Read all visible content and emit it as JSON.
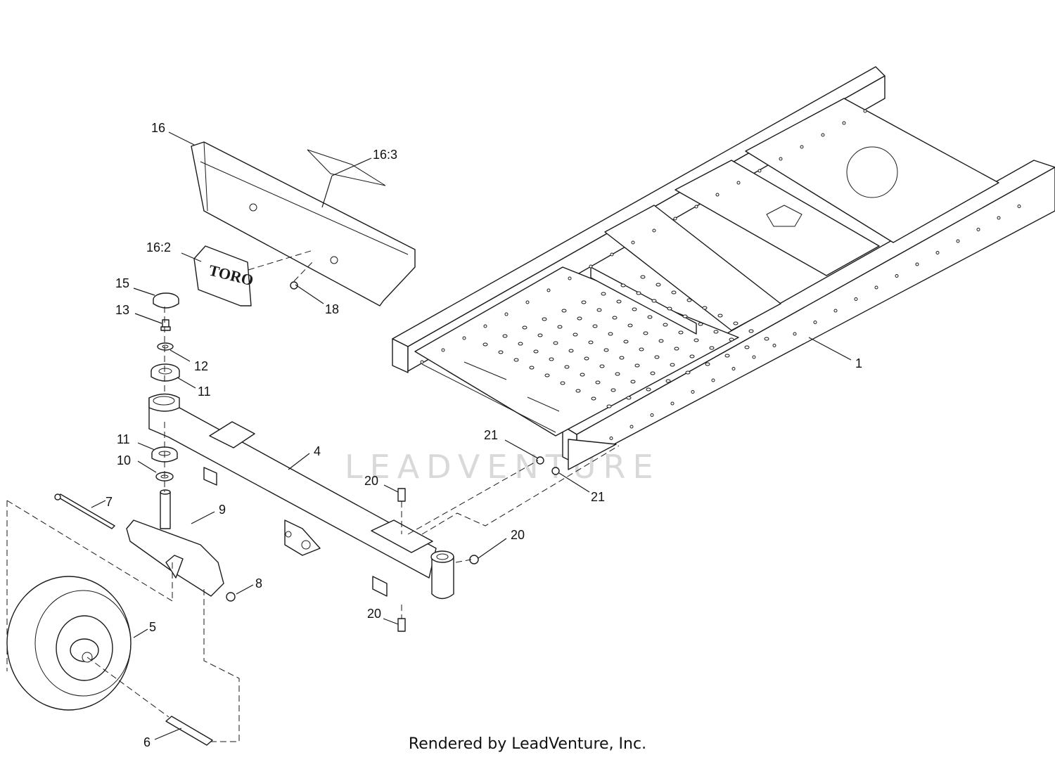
{
  "watermark": "LEADVENTURE",
  "footer": "Rendered by LeadVenture, Inc.",
  "badge_logo": "TORO",
  "callouts": {
    "c1": "1",
    "c4": "4",
    "c5": "5",
    "c6": "6",
    "c7": "7",
    "c8": "8",
    "c9": "9",
    "c10": "10",
    "c11a": "11",
    "c11b": "11",
    "c12": "12",
    "c13": "13",
    "c15": "15",
    "c16": "16",
    "c16_2": "16:2",
    "c16_3": "16:3",
    "c18": "18",
    "c20a": "20",
    "c20b": "20",
    "c20c": "20",
    "c21a": "21",
    "c21b": "21"
  }
}
